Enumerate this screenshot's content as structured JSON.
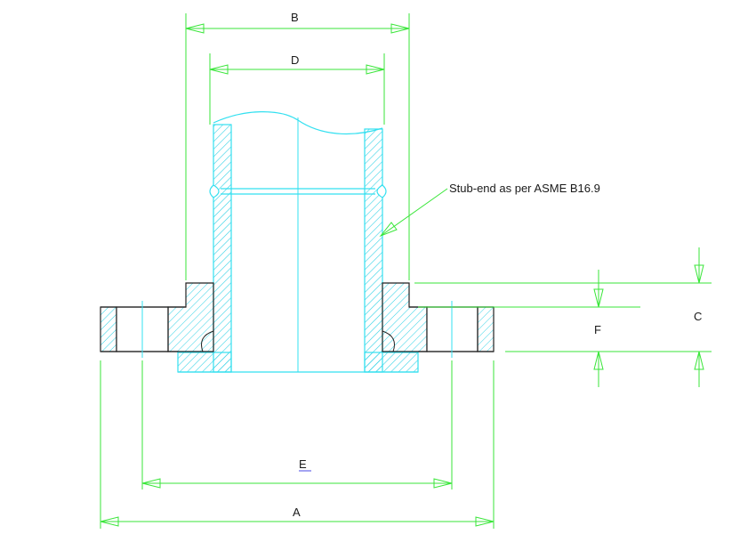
{
  "drawing": {
    "labels": {
      "A": "A",
      "B": "B",
      "C": "C",
      "D": "D",
      "E": "E",
      "F": "F"
    },
    "note": "Stub-end as per ASME B16.9"
  },
  "colors": {
    "dimension": "#39e639",
    "stub_end": "#33e0f0",
    "flange_outline": "#222222",
    "flange_hatch": "#33d2e6",
    "background": "#ffffff"
  }
}
